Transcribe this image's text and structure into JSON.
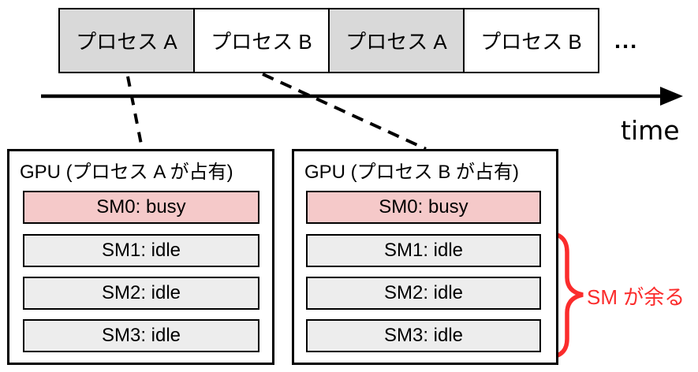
{
  "colors": {
    "process_a_fill": "#d9d9d9",
    "process_b_fill": "#ffffff",
    "sm_busy_fill": "#f5c9c9",
    "sm_idle_fill": "#ededed",
    "accent_red": "#fb2c2c",
    "line": "#000000"
  },
  "timeline": {
    "slots": [
      {
        "label": "プロセス A",
        "variant": "a"
      },
      {
        "label": "プロセス B",
        "variant": "b"
      },
      {
        "label": "プロセス A",
        "variant": "a"
      },
      {
        "label": "プロセス B",
        "variant": "b"
      }
    ],
    "ellipsis": "...",
    "axis_label": "time"
  },
  "gpus": [
    {
      "title": "GPU (プロセス A が占有)",
      "sms": [
        {
          "label": "SM0: busy",
          "state": "busy"
        },
        {
          "label": "SM1: idle",
          "state": "idle"
        },
        {
          "label": "SM2: idle",
          "state": "idle"
        },
        {
          "label": "SM3: idle",
          "state": "idle"
        }
      ]
    },
    {
      "title": "GPU (プロセス B が占有)",
      "sms": [
        {
          "label": "SM0: busy",
          "state": "busy"
        },
        {
          "label": "SM1: idle",
          "state": "idle"
        },
        {
          "label": "SM2: idle",
          "state": "idle"
        },
        {
          "label": "SM3: idle",
          "state": "idle"
        }
      ]
    }
  ],
  "annotation": {
    "brace_label": "SM が余る"
  }
}
